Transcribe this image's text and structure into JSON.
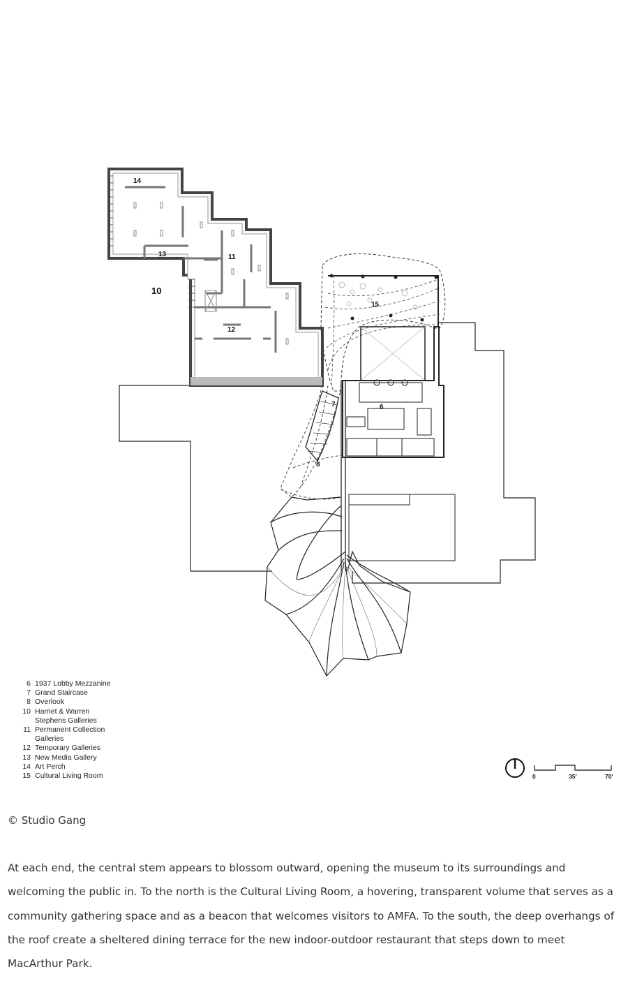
{
  "plan": {
    "room_labels": [
      "6",
      "7",
      "8",
      "10",
      "11",
      "12",
      "13",
      "14",
      "15"
    ]
  },
  "legend": [
    {
      "num": "6",
      "text": "1937 Lobby Mezzanine"
    },
    {
      "num": "7",
      "text": "Grand Staircase"
    },
    {
      "num": "8",
      "text": "Overlook"
    },
    {
      "num": "10",
      "text": "Harriet & Warren\nStephens Galleries"
    },
    {
      "num": "11",
      "text": "Permanent Collection\nGalleries"
    },
    {
      "num": "12",
      "text": "Temporary Galleries"
    },
    {
      "num": "13",
      "text": "New Media Gallery"
    },
    {
      "num": "14",
      "text": "Art Perch"
    },
    {
      "num": "15",
      "text": "Cultural Living Room"
    }
  ],
  "scale": {
    "ticks": [
      "0",
      "35'",
      "70'"
    ]
  },
  "credit": "© Studio Gang",
  "caption": "At each end, the central stem appears to blossom outward, opening the museum to its surroundings and welcoming the public in. To the north is the Cultural Living Room, a hovering, transparent volume that serves as a community gathering space and as a beacon that welcomes visitors to AMFA. To the south, the deep overhangs of the roof create a sheltered dining terrace for the new indoor-outdoor restaurant that steps down to meet MacArthur Park."
}
